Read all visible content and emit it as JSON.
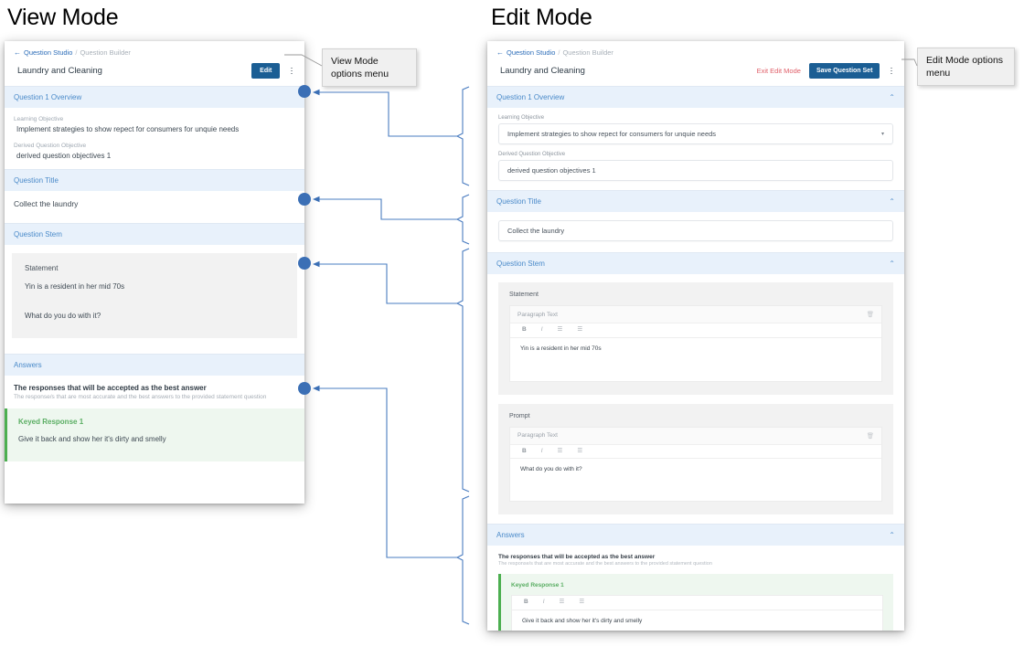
{
  "labels": {
    "view_mode_title": "View Mode",
    "edit_mode_title": "Edit Mode"
  },
  "callouts": {
    "view": "View Mode options menu",
    "edit": "Edit Mode options menu"
  },
  "breadcrumb": {
    "back_arrow": "←",
    "root": "Question Studio",
    "separator": "/",
    "current": "Question Builder"
  },
  "header": {
    "doc_title": "Laundry and Cleaning",
    "edit_label": "Edit",
    "exit_edit_label": "Exit Edit Mode",
    "save_label": "Save Question Set"
  },
  "sections": {
    "overview": "Question 1 Overview",
    "title": "Question Title",
    "stem": "Question Stem",
    "answers": "Answers",
    "collapse_chevron": "⌃"
  },
  "overview": {
    "learning_objective_label": "Learning Objective",
    "learning_objective_value": "Implement strategies to show repect for consumers for unquie needs",
    "derived_label": "Derived Question Objective",
    "derived_value": "derived question objectives 1"
  },
  "question_title": {
    "value": "Collect the laundry"
  },
  "stem": {
    "statement_label": "Statement",
    "statement_text": "Yin is a resident in her mid 70s",
    "prompt_label": "Prompt",
    "prompt_text": "What do you do with it?"
  },
  "answers": {
    "heading": "The responses that will be accepted as the best answer",
    "subheading": "The response/s that are most accurate and the best answers to the provided statement question",
    "keyed_title": "Keyed Response 1",
    "keyed_text": "Give it back and show her it's dirty and smelly"
  },
  "editor": {
    "paragraph_text_label": "Paragraph Text",
    "delete_icon": "🗑",
    "bold": "B",
    "italic": "I",
    "ordered_list": "☰",
    "unordered_list": "☰",
    "dropdown_caret": "▾"
  },
  "colors": {
    "accent_blue": "#1b5e94",
    "section_bar_bg": "#e8f1fb",
    "section_bar_text": "#4a8ac9",
    "danger": "#e0606a",
    "keyed_green": "#4caf50",
    "connector_blue": "#3b6fb5"
  }
}
